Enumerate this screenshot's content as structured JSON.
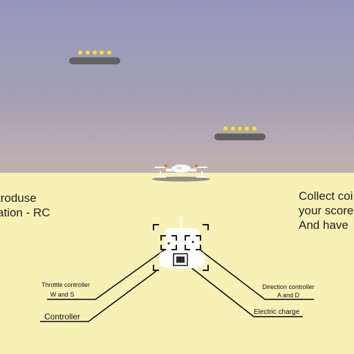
{
  "intro_panel": {
    "line1": "troduse",
    "line2": "ation - RC"
  },
  "objective_panel": {
    "line1": "Collect coi",
    "line2": "your score",
    "line3": "And have"
  },
  "controller_labels": {
    "throttle_title": "Throttle controller",
    "throttle_keys": "W and S",
    "controller": "Controller",
    "direction_title": "Direction controller",
    "direction_keys": "A and D",
    "electric_charge": "Electric charge"
  },
  "platforms": [
    {
      "coins": 5
    },
    {
      "coins": 5
    }
  ],
  "colors": {
    "sky_top": "#9497bd",
    "sky_bottom": "#c2b2b0",
    "ground": "#f8f1b6",
    "platform": "#626262",
    "coin": "#ffe11a",
    "drone_accent": "#e07b2a"
  },
  "icons": {
    "player": "quadcopter-drone",
    "controller": "rc-transmitter"
  }
}
